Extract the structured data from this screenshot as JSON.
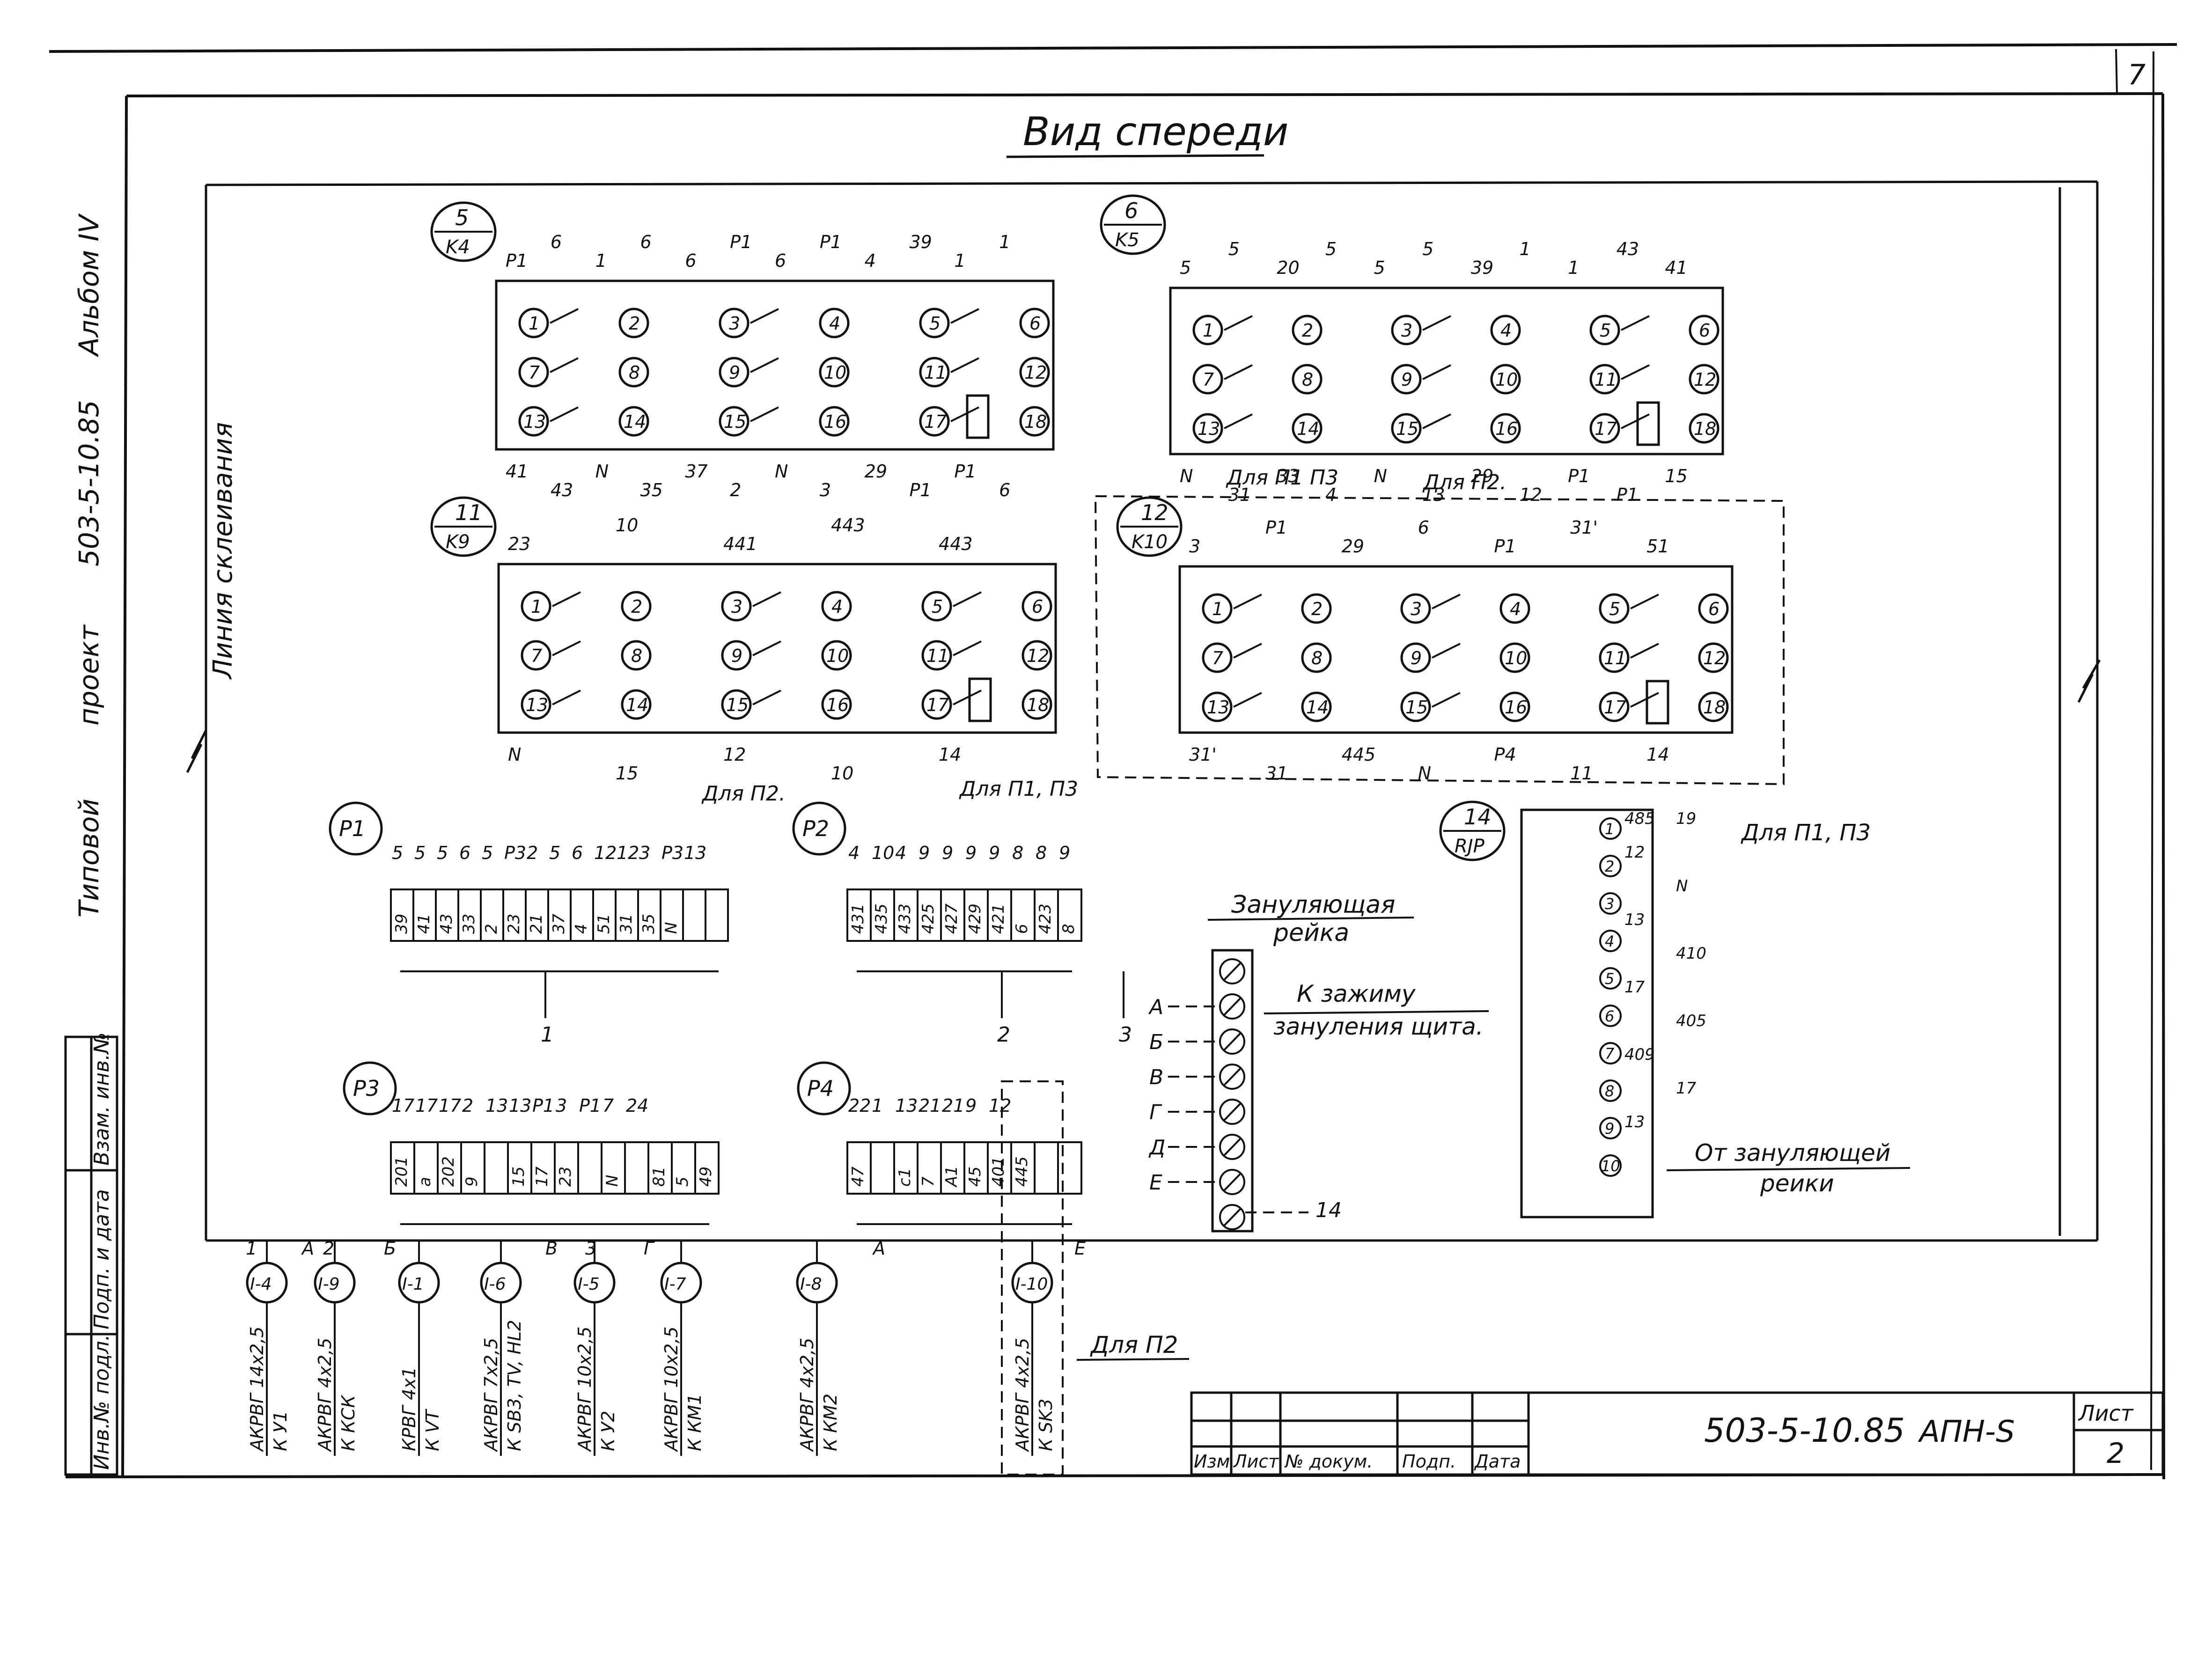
{
  "sheet": {
    "page_no": "7",
    "title": "Вид спереди",
    "gluing_line": "Линия склеивания",
    "side_project": [
      "Типовой",
      "проект",
      "503-5-10.85",
      "Альбом IV"
    ],
    "stamp_cells": [
      "Инв.№ подл.",
      "Подп. и дата",
      "Взам. инв.№"
    ],
    "title_block": {
      "doc_code": "503-5-10.85",
      "doc_name": "АПН-S",
      "sheet_label": "Лист",
      "sheet_no": "2",
      "columns": [
        "Изм",
        "Лист",
        "№ докум.",
        "Подп.",
        "Дата"
      ]
    }
  },
  "relays": [
    {
      "code_top": "5",
      "code_bottom": "K4",
      "terminals": [
        "1",
        "2",
        "3",
        "4",
        "5",
        "6",
        "7",
        "8",
        "9",
        "10",
        "11",
        "12",
        "13",
        "14",
        "15",
        "16",
        "17",
        "18"
      ],
      "wire_labels": [
        "P1",
        "6",
        "1",
        "6",
        "6",
        "P1",
        "6",
        "P1",
        "4",
        "39",
        "1",
        "1",
        "41",
        "43",
        "N",
        "35",
        "37",
        "2",
        "N",
        "3",
        "29",
        "P1",
        "P1",
        "6"
      ]
    },
    {
      "code_top": "6",
      "code_bottom": "K5",
      "terminals": [
        "1",
        "2",
        "3",
        "4",
        "5",
        "6",
        "7",
        "8",
        "9",
        "10",
        "11",
        "12",
        "13",
        "14",
        "15",
        "16",
        "17",
        "18"
      ],
      "wire_labels": [
        "5",
        "5",
        "20",
        "5",
        "5",
        "5",
        "39",
        "1",
        "1",
        "43",
        "41",
        "N",
        "31",
        "33",
        "4",
        "N",
        "13",
        "29",
        "12",
        "P1",
        "P1",
        "15"
      ],
      "notes": [
        "Для П1 П3",
        "Для П2."
      ]
    },
    {
      "code_top": "11",
      "code_bottom": "K9",
      "terminals": [
        "1",
        "2",
        "3",
        "4",
        "5",
        "6",
        "7",
        "8",
        "9",
        "10",
        "11",
        "12",
        "13",
        "14",
        "15",
        "16",
        "17",
        "18"
      ],
      "wire_labels": [
        "23",
        "10",
        "441",
        "443",
        "443",
        "N",
        "15",
        "12",
        "10",
        "14"
      ],
      "notes": [
        "Для П1, П3"
      ]
    },
    {
      "code_top": "12",
      "code_bottom": "K10",
      "terminals": [
        "1",
        "2",
        "3",
        "4",
        "5",
        "6",
        "7",
        "8",
        "9",
        "10",
        "11",
        "12",
        "13",
        "14",
        "15",
        "16",
        "17",
        "18"
      ],
      "wire_labels": [
        "3",
        "P1",
        "29",
        "6",
        "P1",
        "31'",
        "51",
        "31'",
        "31",
        "445",
        "N",
        "P4",
        "11",
        "14"
      ]
    }
  ],
  "terminal_blocks": [
    {
      "name": "P1",
      "top_labels": [
        "5",
        "5",
        "5",
        "6",
        "5",
        "P3",
        "2",
        "5",
        "6",
        "12",
        "12",
        "3",
        "P3",
        "13"
      ],
      "cells": [
        "39",
        "41",
        "43",
        "33",
        "2",
        "23",
        "21",
        "37",
        "4",
        "51",
        "31",
        "35",
        "N",
        "",
        ""
      ],
      "bus": "1",
      "note": "Для П2."
    },
    {
      "name": "P2",
      "top_labels": [
        "4",
        "10",
        "4",
        "9",
        "9",
        "9",
        "9",
        "8",
        "8",
        "9"
      ],
      "cells": [
        "431",
        "435",
        "433",
        "425",
        "427",
        "429",
        "421",
        "6",
        "423",
        "8"
      ],
      "bus": [
        "2",
        "3"
      ]
    },
    {
      "name": "P3",
      "top_labels": [
        "17",
        "17",
        "17",
        "2",
        "13",
        "13",
        "P1",
        "3",
        "P1",
        "7",
        "24"
      ],
      "cells": [
        "201",
        "a",
        "202",
        "9",
        "",
        "15",
        "17",
        "23",
        "",
        "N",
        "",
        "81",
        "5",
        "49"
      ]
    },
    {
      "name": "P4",
      "top_labels": [
        "22",
        "1",
        "13",
        "21",
        "21",
        "9",
        "12"
      ],
      "cells": [
        "47",
        "",
        "c1",
        "7",
        "A1",
        "45",
        "401",
        "445",
        "",
        ""
      ]
    }
  ],
  "grounding_rail": {
    "title_1": "Зануляющая",
    "title_2": "рейка",
    "target_1": "К зажиму",
    "target_2": "зануления щита.",
    "letters": [
      "А",
      "Б",
      "В",
      "Г",
      "Д",
      "Е"
    ],
    "bottom": "14"
  },
  "block_14": {
    "code_top": "14",
    "code_bottom": "RJP",
    "terminals": [
      "1",
      "2",
      "3",
      "4",
      "5",
      "6",
      "7",
      "8",
      "9",
      "10"
    ],
    "wire_labels": [
      "485",
      "19",
      "12",
      "N",
      "13",
      "410",
      "17",
      "405",
      "409",
      "17",
      "13"
    ],
    "note": "Для П1, П3",
    "source_1": "От зануляющей",
    "source_2": "реики"
  },
  "cables": [
    {
      "id": "I-4",
      "spec": "АКРВГ 14х2,5",
      "dest": "К У1"
    },
    {
      "id": "I-9",
      "spec": "АКРВГ 4х2,5",
      "dest": "К КСК"
    },
    {
      "id": "I-1",
      "spec": "КРВГ 4х1",
      "dest": "К VT"
    },
    {
      "id": "I-6",
      "spec": "АКРВГ 7х2,5",
      "dest": "К SB3, TV, HL2"
    },
    {
      "id": "I-5",
      "spec": "АКРВГ 10х2,5",
      "dest": "К У2"
    },
    {
      "id": "I-7",
      "spec": "АКРВГ 10х2,5",
      "dest": "К КМ1"
    },
    {
      "id": "I-8",
      "spec": "АКРВГ 4х2,5",
      "dest": "К КМ2"
    },
    {
      "id": "I-10",
      "spec": "АКРВГ 4х2,5",
      "dest": "К SK3"
    }
  ],
  "cable_bus_marks": [
    "1",
    "A",
    "2",
    "Б",
    "В",
    "3",
    "Г",
    "A",
    "Е"
  ],
  "cable_note": "Для П2"
}
